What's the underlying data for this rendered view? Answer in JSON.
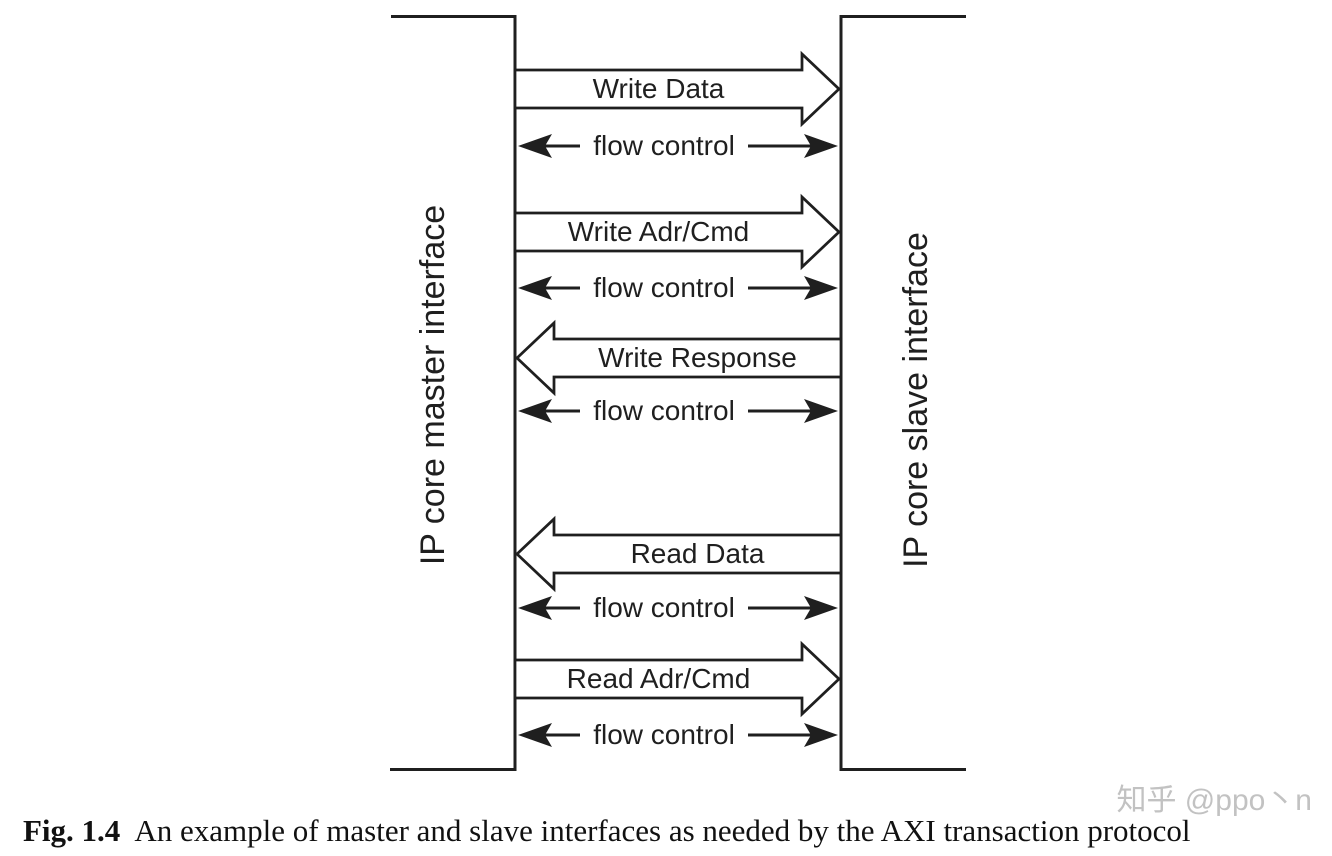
{
  "diagram": {
    "left_interface_label": "IP core master interface",
    "right_interface_label": "IP core slave interface",
    "flow_control_label": "flow control",
    "channels": [
      {
        "label": "Write Data",
        "direction": "master-to-slave"
      },
      {
        "label": "Write Adr/Cmd",
        "direction": "master-to-slave"
      },
      {
        "label": "Write Response",
        "direction": "slave-to-master"
      },
      {
        "label": "Read Data",
        "direction": "slave-to-master"
      },
      {
        "label": "Read Adr/Cmd",
        "direction": "master-to-slave"
      }
    ]
  },
  "caption": {
    "figure_number": "Fig. 1.4",
    "text": "An example of master and slave interfaces as needed by the AXI transaction protocol"
  },
  "watermark": "知乎 @ppo丶n",
  "colors": {
    "line": "#1f1f1f",
    "arrow_fill": "#ffffff",
    "watermark": "#c2c2c2",
    "background": "#ffffff"
  }
}
